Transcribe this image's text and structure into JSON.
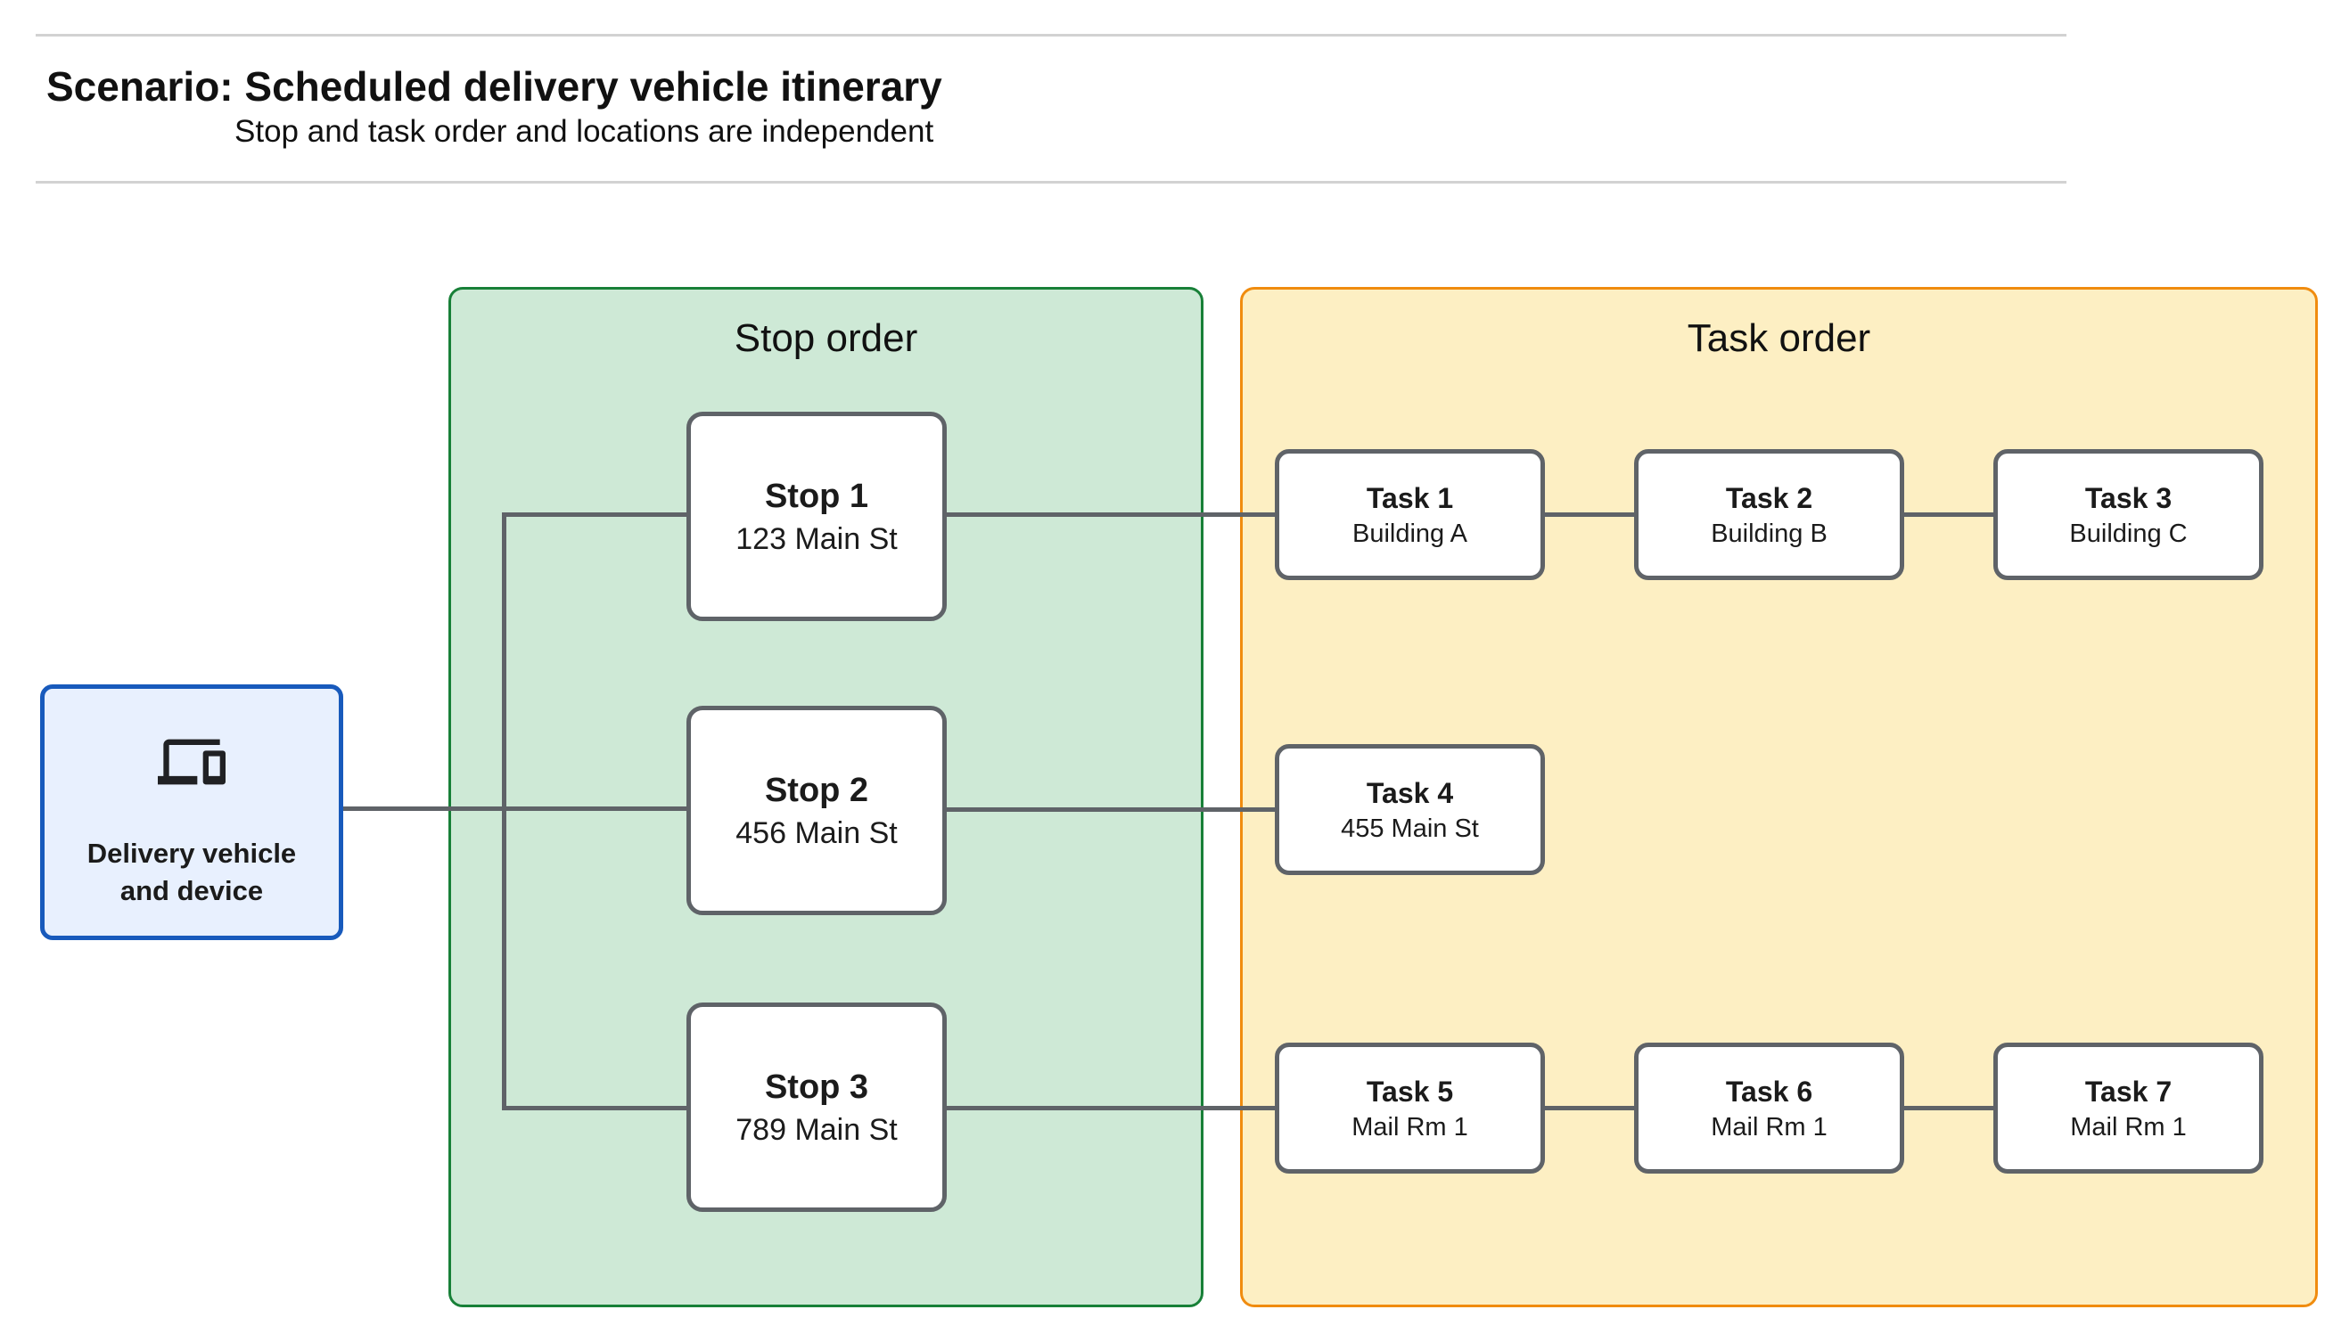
{
  "header": {
    "title": "Scenario: Scheduled delivery vehicle itinerary",
    "subtitle": "Stop and task order and locations are independent"
  },
  "delivery_vehicle": {
    "icon": "devices-icon",
    "label_lines": [
      "Delivery vehicle",
      "and device"
    ]
  },
  "panels": {
    "stop_order": {
      "title": "Stop order",
      "fill": "#cee9d6",
      "border": "#188038"
    },
    "task_order": {
      "title": "Task order",
      "fill": "#fdefc3",
      "border": "#f08c0f"
    }
  },
  "stops": [
    {
      "name": "Stop 1",
      "location": "123 Main St"
    },
    {
      "name": "Stop 2",
      "location": "456 Main St"
    },
    {
      "name": "Stop 3",
      "location": "789 Main St"
    }
  ],
  "tasks": [
    {
      "name": "Task 1",
      "location": "Building A"
    },
    {
      "name": "Task 2",
      "location": "Building B"
    },
    {
      "name": "Task 3",
      "location": "Building C"
    },
    {
      "name": "Task 4",
      "location": "455 Main St"
    },
    {
      "name": "Task 5",
      "location": "Mail Rm 1"
    },
    {
      "name": "Task 6",
      "location": "Mail Rm 1"
    },
    {
      "name": "Task 7",
      "location": "Mail Rm 1"
    }
  ],
  "edges": [
    "Delivery vehicle and device -> Stop 1",
    "Delivery vehicle and device -> Stop 2",
    "Delivery vehicle and device -> Stop 3",
    "Stop 1 -> Task 1",
    "Task 1 -> Task 2",
    "Task 2 -> Task 3",
    "Stop 2 -> Task 4",
    "Stop 3 -> Task 5",
    "Task 5 -> Task 6",
    "Task 6 -> Task 7"
  ],
  "colors": {
    "vehicle_fill": "#e8f0fe",
    "vehicle_border": "#185abc",
    "stop_panel_fill": "#cee9d6",
    "stop_panel_border": "#188038",
    "task_panel_fill": "#fdefc3",
    "task_panel_border": "#f08c0f",
    "node_border": "#5f6368",
    "connector": "#5f6368",
    "divider": "#d2d2d2"
  }
}
